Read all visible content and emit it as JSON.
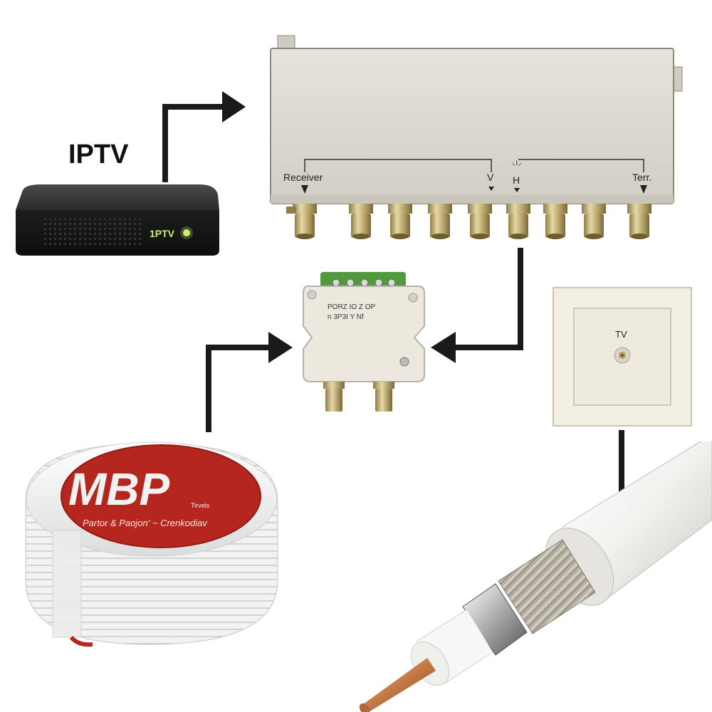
{
  "iptv_box": {
    "heading": "IPTV",
    "front_label": "1PTV"
  },
  "multiswitch": {
    "receiver_label": "Receiver",
    "v_label": "V",
    "h_label": "H",
    "terr_label": "Terr.",
    "top_symbol": "⸜ı⸝"
  },
  "splitter": {
    "print_line1": "PORZ  IO  Z  OP",
    "print_line2": "n    3P3I  Y  Nf"
  },
  "wall_socket": {
    "label": "TV"
  },
  "cable_reel": {
    "brand": "MBP",
    "brand_small": "Tirvels",
    "band_text": "Partor & Paojon' ~ Crenkodiav"
  },
  "colors": {
    "arrow": "#1a1a1a",
    "switch_body": "#dedbd3",
    "connector_gold": "#b9a56e",
    "reel_red": "#b5271e",
    "cable_white": "#f1f1ee",
    "copper": "#c57a45",
    "led_green": "#c8f06a"
  }
}
